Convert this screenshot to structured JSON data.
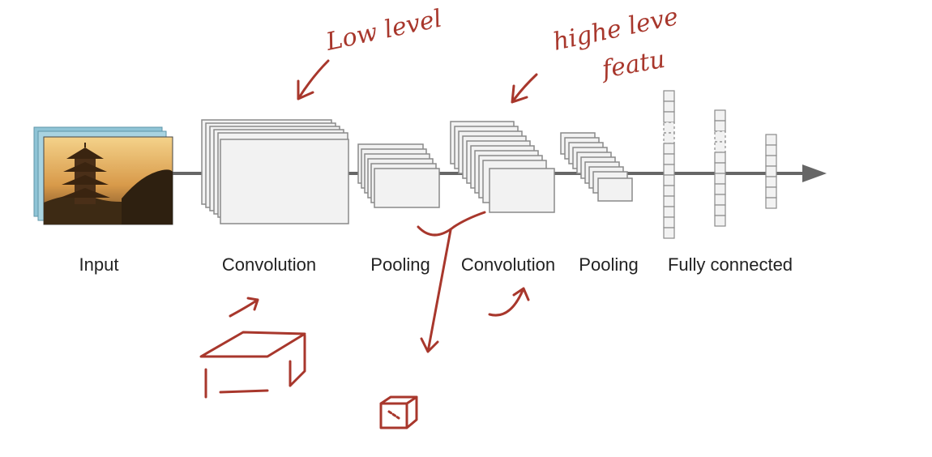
{
  "stages": [
    {
      "id": "input",
      "label": "Input"
    },
    {
      "id": "conv1",
      "label": "Convolution"
    },
    {
      "id": "pool1",
      "label": "Pooling"
    },
    {
      "id": "conv2",
      "label": "Convolution"
    },
    {
      "id": "pool2",
      "label": "Pooling"
    },
    {
      "id": "fc",
      "label": "Fully connected"
    }
  ],
  "annotations": {
    "low_level": "Low level",
    "high_level_line1": "highe leve",
    "high_level_line2": "featu"
  },
  "colors": {
    "ink": "#a8372c",
    "axis": "#666666",
    "map_stroke": "#8a8a8a",
    "map_fill": "#f2f2f2",
    "label": "#222222"
  },
  "icons": [
    "arrow-head-icon",
    "pagoda-photo"
  ]
}
